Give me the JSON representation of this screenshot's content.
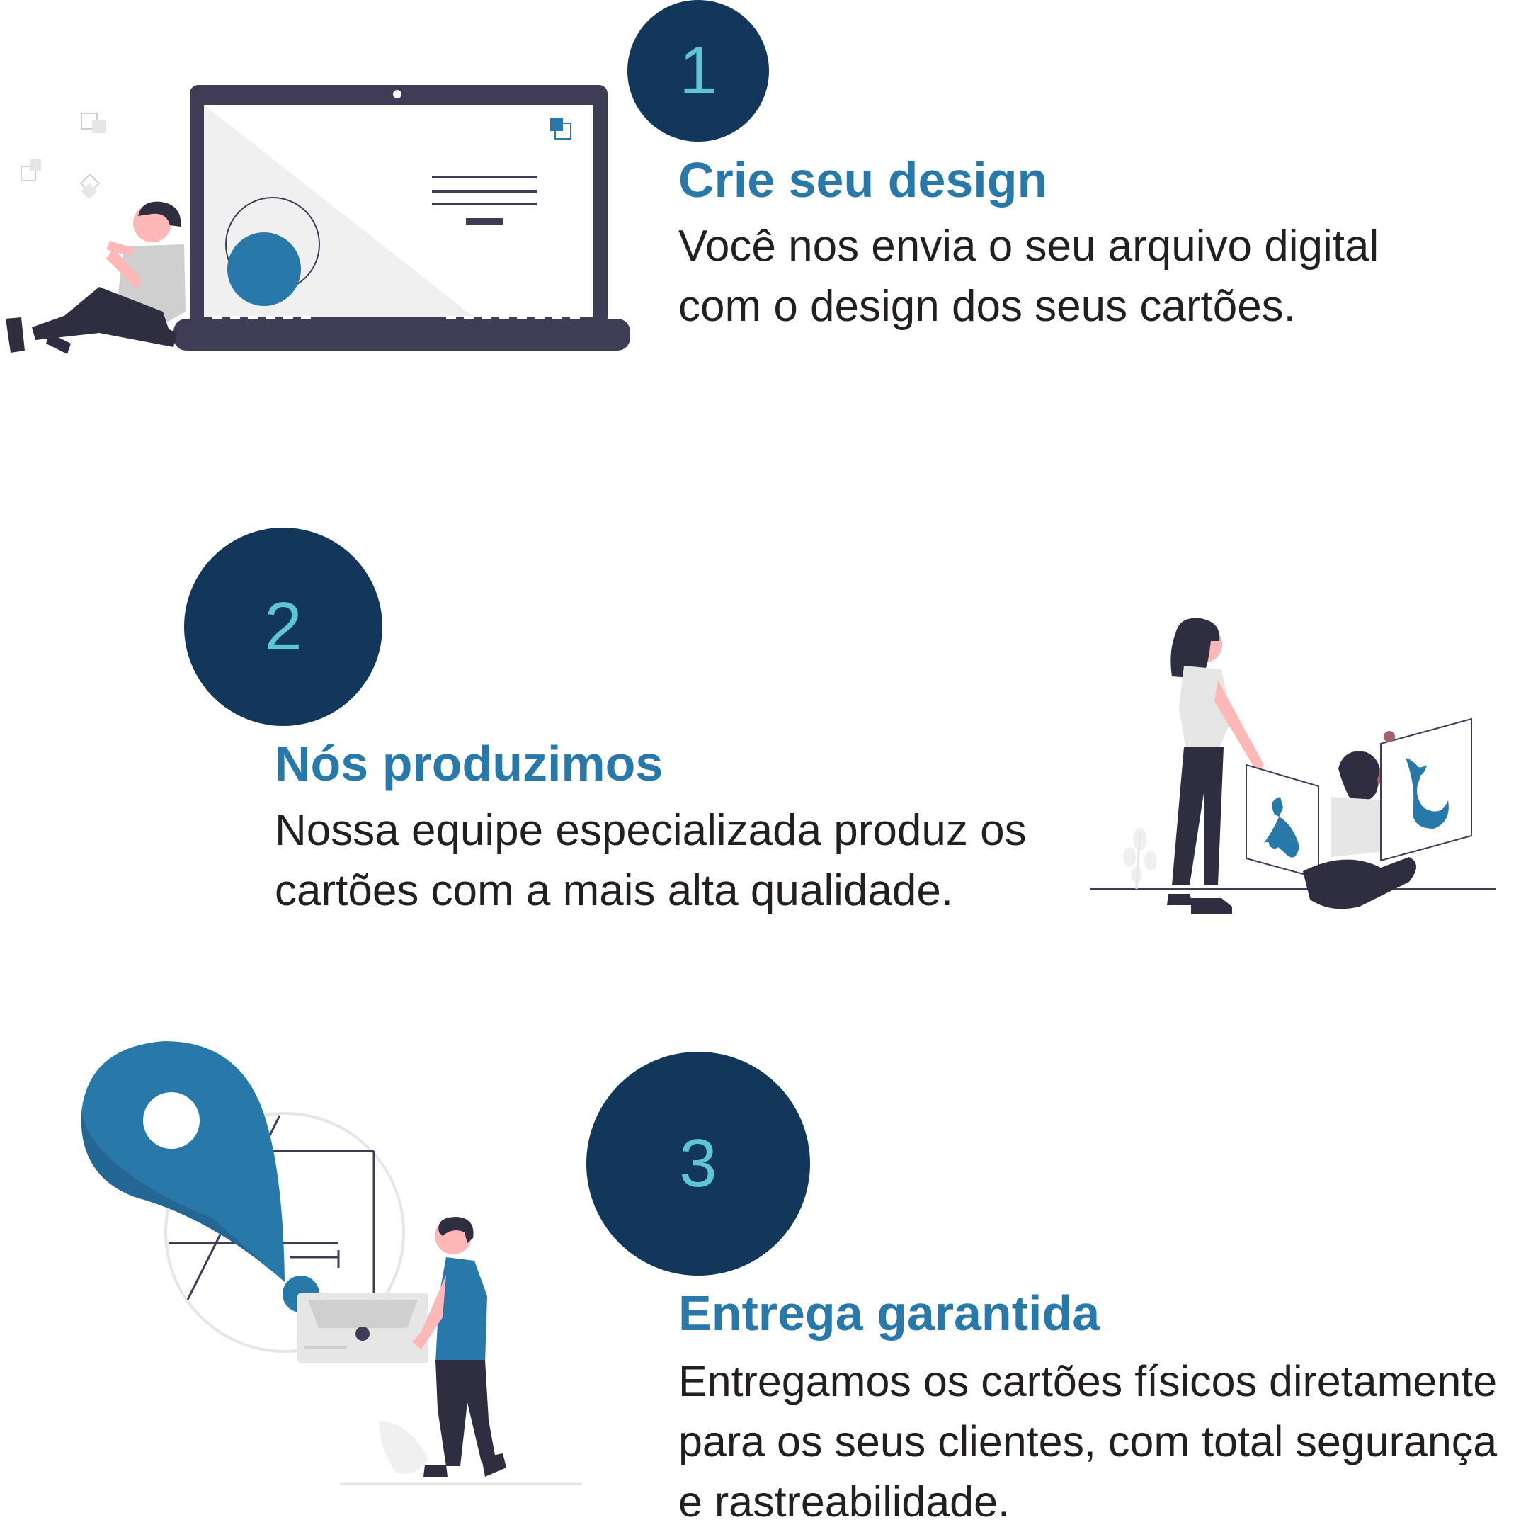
{
  "steps": [
    {
      "number": "1",
      "title": "Crie seu design",
      "desc_line1": "Você nos envia o seu arquivo digital",
      "desc_line2": "com o design dos seus cartões."
    },
    {
      "number": "2",
      "title": "Nós produzimos",
      "desc_line1": "Nossa equipe especializada produz os",
      "desc_line2": "cartões com a mais alta qualidade."
    },
    {
      "number": "3",
      "title": "Entrega garantida",
      "desc_line1": "Entregamos os cartões físicos diretamente",
      "desc_line2": "para os seus clientes, com total segurança",
      "desc_line3": "e rastreabilidade."
    }
  ],
  "colors": {
    "circle": "#12375a",
    "number": "#5fc4d6",
    "title": "#2878aa",
    "text": "#231f20",
    "accent": "#2878aa",
    "dark": "#3f3d56"
  },
  "icons": [
    "laptop-illustration",
    "designers-illustration",
    "map-pin-icon",
    "delivery-person-illustration"
  ]
}
